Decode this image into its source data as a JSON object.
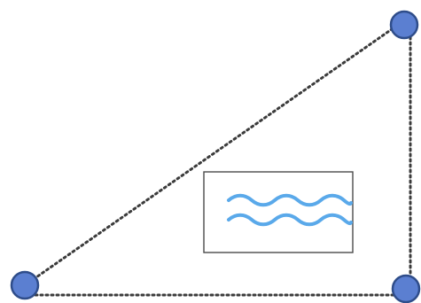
{
  "diagram": {
    "shape": "right-triangle",
    "edge_style": "dotted",
    "colors": {
      "edge": "#3b3b3b",
      "vertex_fill": "#5b7fd1",
      "vertex_stroke": "#2f4d8a",
      "box_border": "#4a4a4a",
      "box_fill": "#ffffff",
      "water": "#5aa9ea"
    },
    "vertices": [
      {
        "name": "top-right-vertex"
      },
      {
        "name": "bottom-left-vertex"
      },
      {
        "name": "bottom-right-vertex"
      }
    ],
    "icon": "water-waves-icon"
  }
}
